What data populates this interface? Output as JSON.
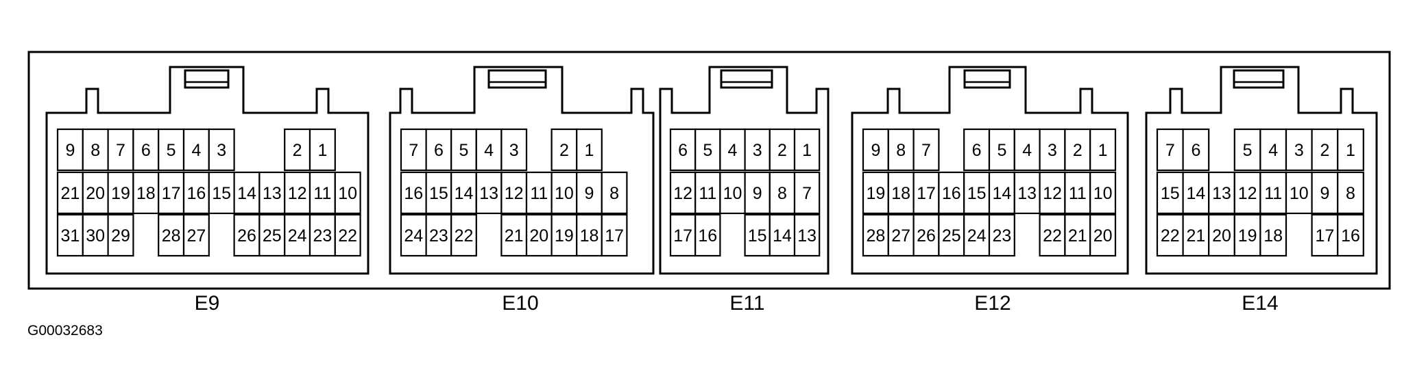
{
  "figure_id": "G00032683",
  "connectors": [
    {
      "label": "E9",
      "rows": [
        [
          "",
          "9",
          "8",
          "7",
          "6",
          "5",
          "4",
          "3",
          "",
          "",
          "2",
          "1",
          ""
        ],
        [
          "21",
          "20",
          "19",
          "18",
          "17",
          "16",
          "15",
          "14",
          "13",
          "12",
          "11",
          "10"
        ],
        [
          "31",
          "30",
          "29",
          "",
          "28",
          "27",
          "",
          "26",
          "25",
          "24",
          "23",
          "22"
        ]
      ]
    },
    {
      "label": "E10",
      "rows": [
        [
          "",
          "7",
          "6",
          "5",
          "4",
          "3",
          "",
          "2",
          "1",
          ""
        ],
        [
          "16",
          "15",
          "14",
          "13",
          "12",
          "11",
          "10",
          "9",
          "8"
        ],
        [
          "24",
          "23",
          "22",
          "",
          "21",
          "20",
          "19",
          "18",
          "17"
        ]
      ]
    },
    {
      "label": "E11",
      "rows": [
        [
          "6",
          "5",
          "4",
          "3",
          "2",
          "1"
        ],
        [
          "12",
          "11",
          "10",
          "9",
          "8",
          "7"
        ],
        [
          "17",
          "16",
          "",
          "15",
          "14",
          "13"
        ]
      ]
    },
    {
      "label": "E12",
      "rows": [
        [
          "9",
          "8",
          "7",
          "",
          "6",
          "5",
          "4",
          "3",
          "2",
          "1"
        ],
        [
          "19",
          "18",
          "17",
          "16",
          "15",
          "14",
          "13",
          "12",
          "11",
          "10"
        ],
        [
          "28",
          "27",
          "26",
          "25",
          "24",
          "23",
          "",
          "22",
          "21",
          "20"
        ]
      ]
    },
    {
      "label": "E14",
      "rows": [
        [
          "7",
          "6",
          "",
          "5",
          "4",
          "3",
          "2",
          "1"
        ],
        [
          "15",
          "14",
          "13",
          "12",
          "11",
          "10",
          "9",
          "8"
        ],
        [
          "22",
          "21",
          "20",
          "19",
          "18",
          "",
          "17",
          "16"
        ]
      ]
    }
  ]
}
